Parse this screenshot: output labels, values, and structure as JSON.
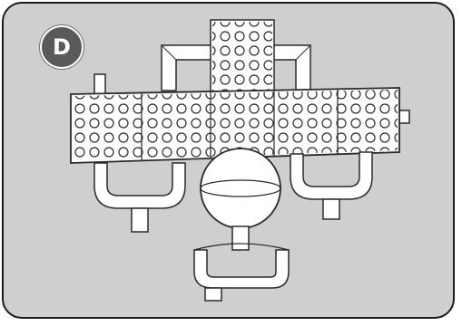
{
  "step": {
    "label": "D"
  },
  "colors": {
    "panel_bg": "#cfcfcf",
    "badge_bg": "#5a5a5a",
    "part_fill": "#ffffff",
    "outline": "#2a2a2a"
  },
  "icons": {
    "step_badge": "circle-letter-badge",
    "model": "brick-satellite-assembly"
  }
}
